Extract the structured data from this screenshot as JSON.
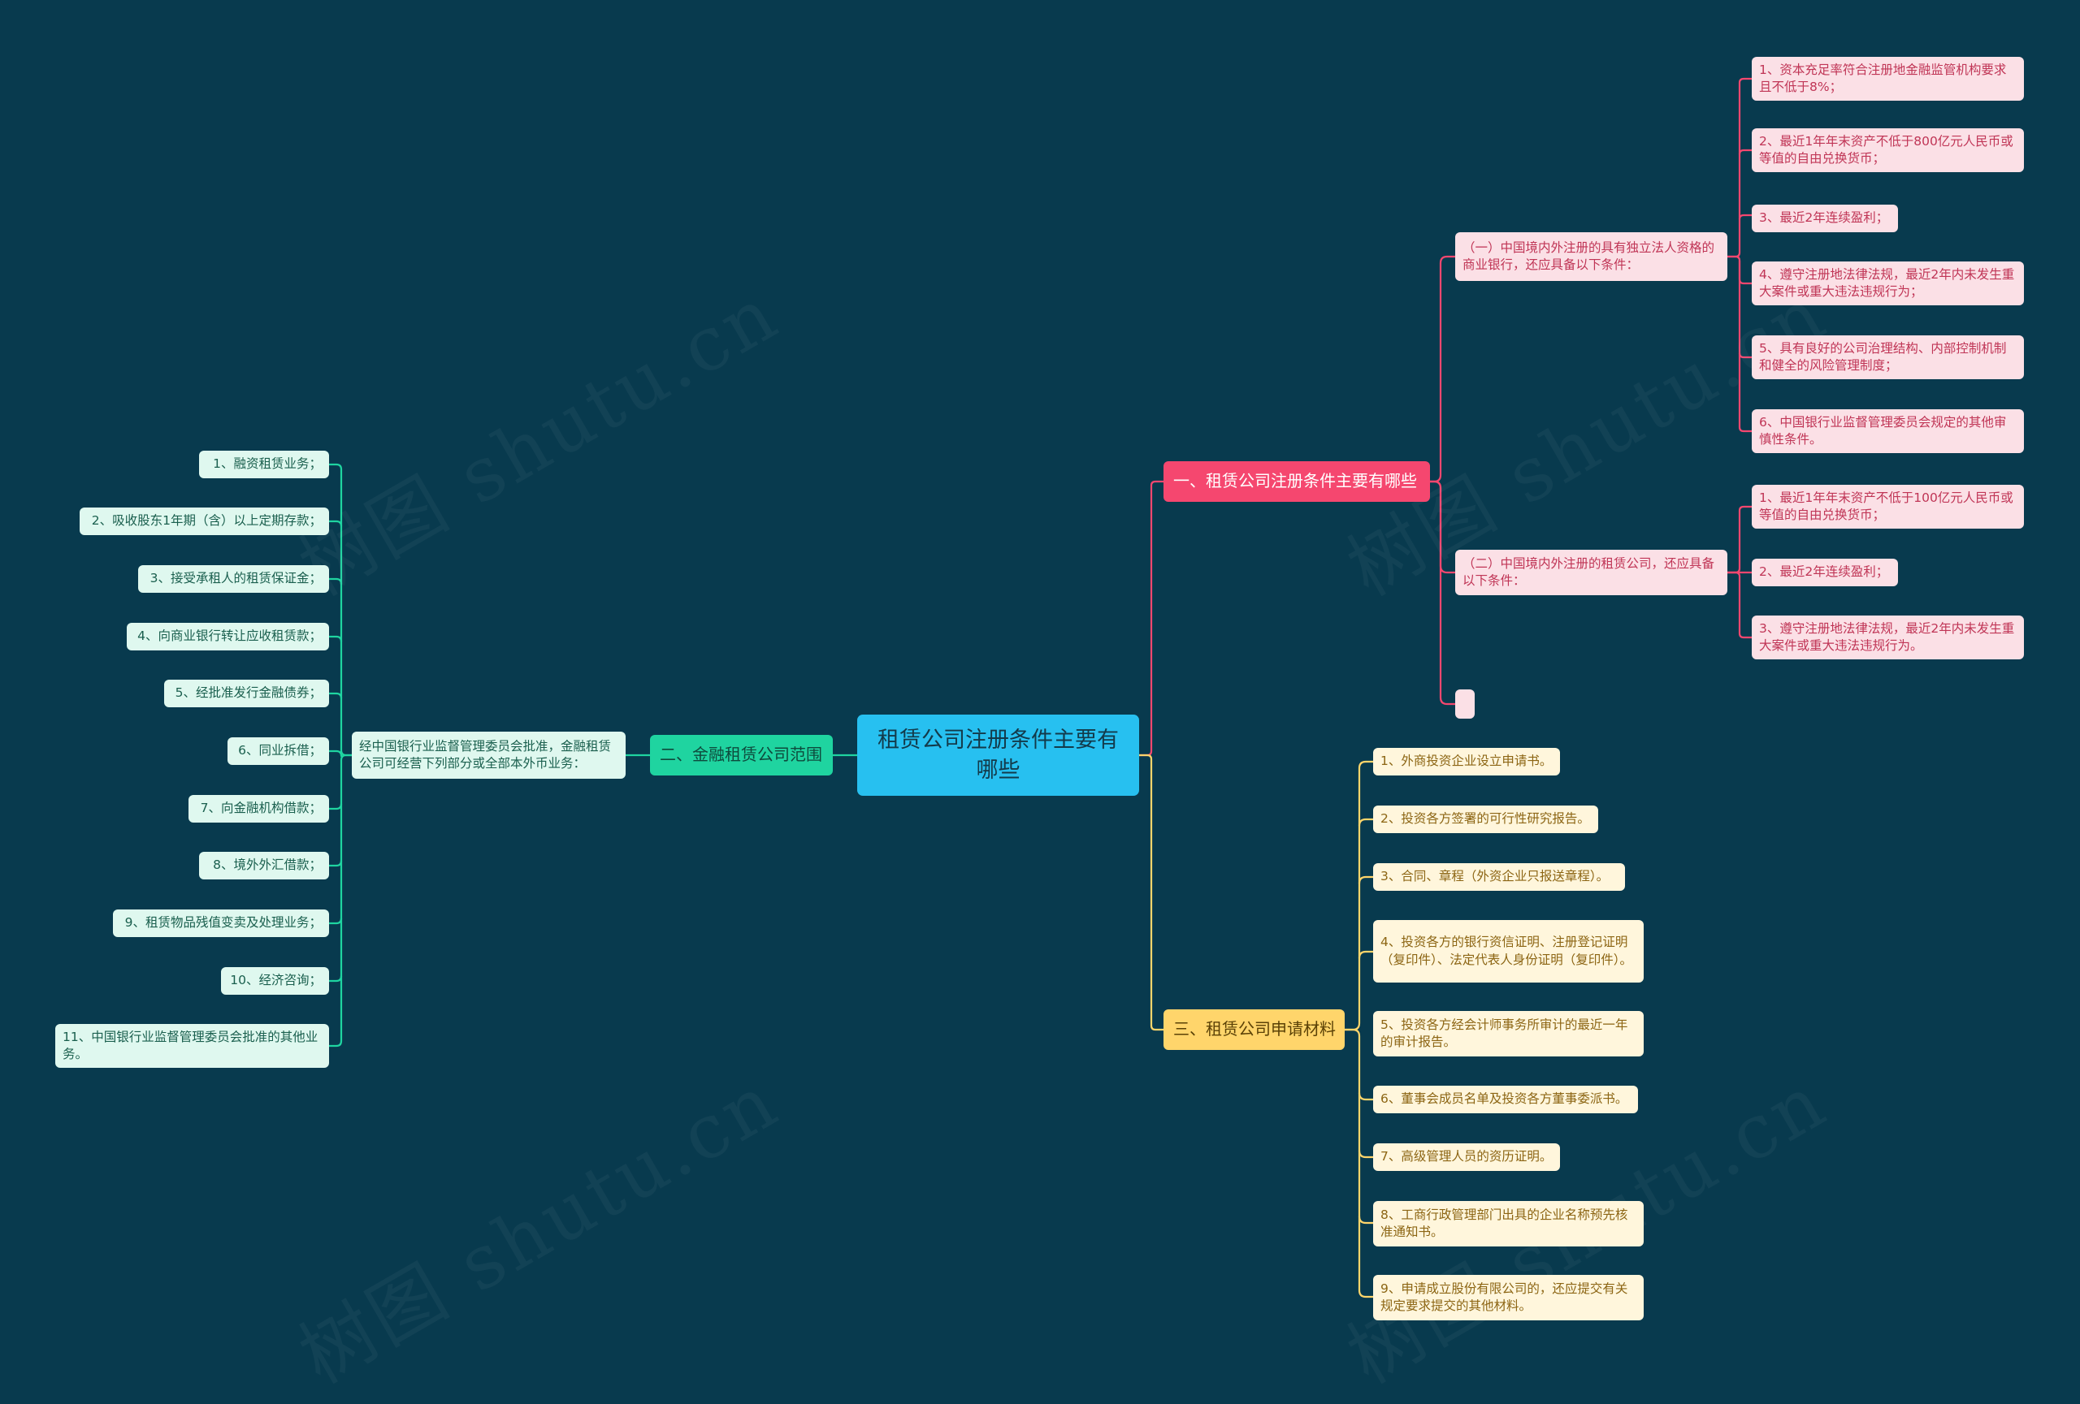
{
  "root": {
    "label": "租赁公司注册条件主要有哪些"
  },
  "branch1": {
    "label": "一、租赁公司注册条件主要有哪些",
    "sub1": {
      "label": "（一）中国境内外注册的具有独立法人资格的商业银行，还应具备以下条件：",
      "items": [
        "1、资本充足率符合注册地金融监管机构要求且不低于8%；",
        "2、最近1年年末资产不低于800亿元人民币或等值的自由兑换货币；",
        "3、最近2年连续盈利；",
        "4、遵守注册地法律法规，最近2年内未发生重大案件或重大违法违规行为；",
        "5、具有良好的公司治理结构、内部控制机制和健全的风险管理制度；",
        "6、中国银行业监督管理委员会规定的其他审慎性条件。"
      ]
    },
    "sub2": {
      "label": "（二）中国境内外注册的租赁公司，还应具备以下条件：",
      "items": [
        "1、最近1年年末资产不低于100亿元人民币或等值的自由兑换货币；",
        "2、最近2年连续盈利；",
        "3、遵守注册地法律法规，最近2年内未发生重大案件或重大违法违规行为。"
      ]
    },
    "sub3": {
      "label": ""
    }
  },
  "branch2": {
    "label": "二、金融租赁公司范围",
    "sub": {
      "label": "经中国银行业监督管理委员会批准，金融租赁公司可经营下列部分或全部本外币业务："
    },
    "items": [
      "1、融资租赁业务；",
      "2、吸收股东1年期（含）以上定期存款；",
      "3、接受承租人的租赁保证金；",
      "4、向商业银行转让应收租赁款；",
      "5、经批准发行金融债券；",
      "6、同业拆借；",
      "7、向金融机构借款；",
      "8、境外外汇借款；",
      "9、租赁物品残值变卖及处理业务；",
      "10、经济咨询；",
      "11、中国银行业监督管理委员会批准的其他业务。"
    ]
  },
  "branch3": {
    "label": "三、租赁公司申请材料",
    "items": [
      "1、外商投资企业设立申请书。",
      "2、投资各方签署的可行性研究报告。",
      "3、合同、章程（外资企业只报送章程）。",
      "4、投资各方的银行资信证明、注册登记证明（复印件）、法定代表人身份证明（复印件）。",
      "5、投资各方经会计师事务所审计的最近一年的审计报告。",
      "6、董事会成员名单及投资各方董事委派书。",
      "7、高级管理人员的资历证明。",
      "8、工商行政管理部门出具的企业名称预先核准通知书。",
      "9、申请成立股份有限公司的，还应提交有关规定要求提交的其他材料。"
    ]
  },
  "watermark": "树图 shutu.cn",
  "colors": {
    "background": "#083a4e",
    "root": "#27c0f0",
    "branch1": "#f5476f",
    "branch2": "#1fd4a0",
    "branch3": "#ffd56b"
  }
}
